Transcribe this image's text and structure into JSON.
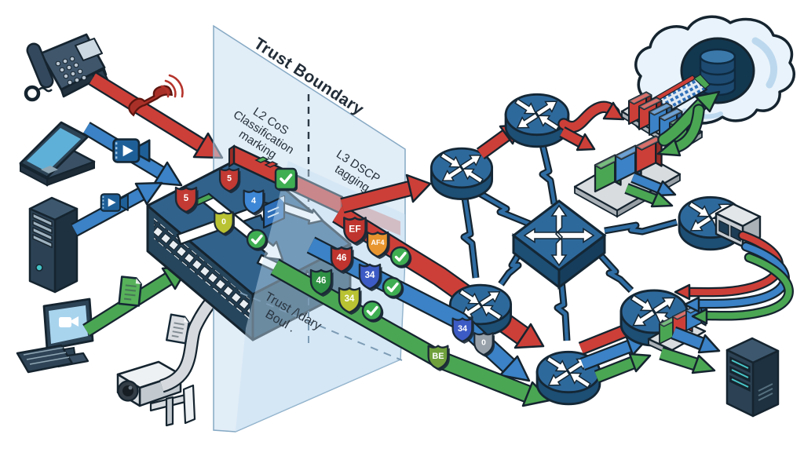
{
  "trust_boundary": {
    "title": "Trust Boundary",
    "l2_label": [
      "L2 CoS",
      "Classification",
      "marking"
    ],
    "l3_label": [
      "L3 DSCP",
      "tagging"
    ],
    "lower_label": [
      "Trust /\\dary",
      "Boul ."
    ]
  },
  "cos_badges": {
    "rear_voice": "5",
    "voice": "5",
    "video": "4",
    "data": "0"
  },
  "dscp_badges": {
    "voice": [
      "EF",
      "AF4"
    ],
    "video": [
      "46",
      "34"
    ],
    "data": [
      "46",
      "34",
      "BE"
    ],
    "core": [
      "34",
      "0"
    ]
  },
  "colors": {
    "voice_red": "#cc3f38",
    "video_blue": "#3b82c6",
    "data_green": "#4ba653",
    "untrusted_gray": "#d6dade",
    "trust_plane": "#c8dff1",
    "network_device": "#2e699c",
    "check_green": "#3fae52"
  },
  "icons": {
    "voice_flow": "telephone-handset-icon",
    "video_flow": "video-camera-icon",
    "data_flow": "document-icon",
    "untrusted_flow": "document-icon",
    "marking_ok": "check-icon"
  }
}
